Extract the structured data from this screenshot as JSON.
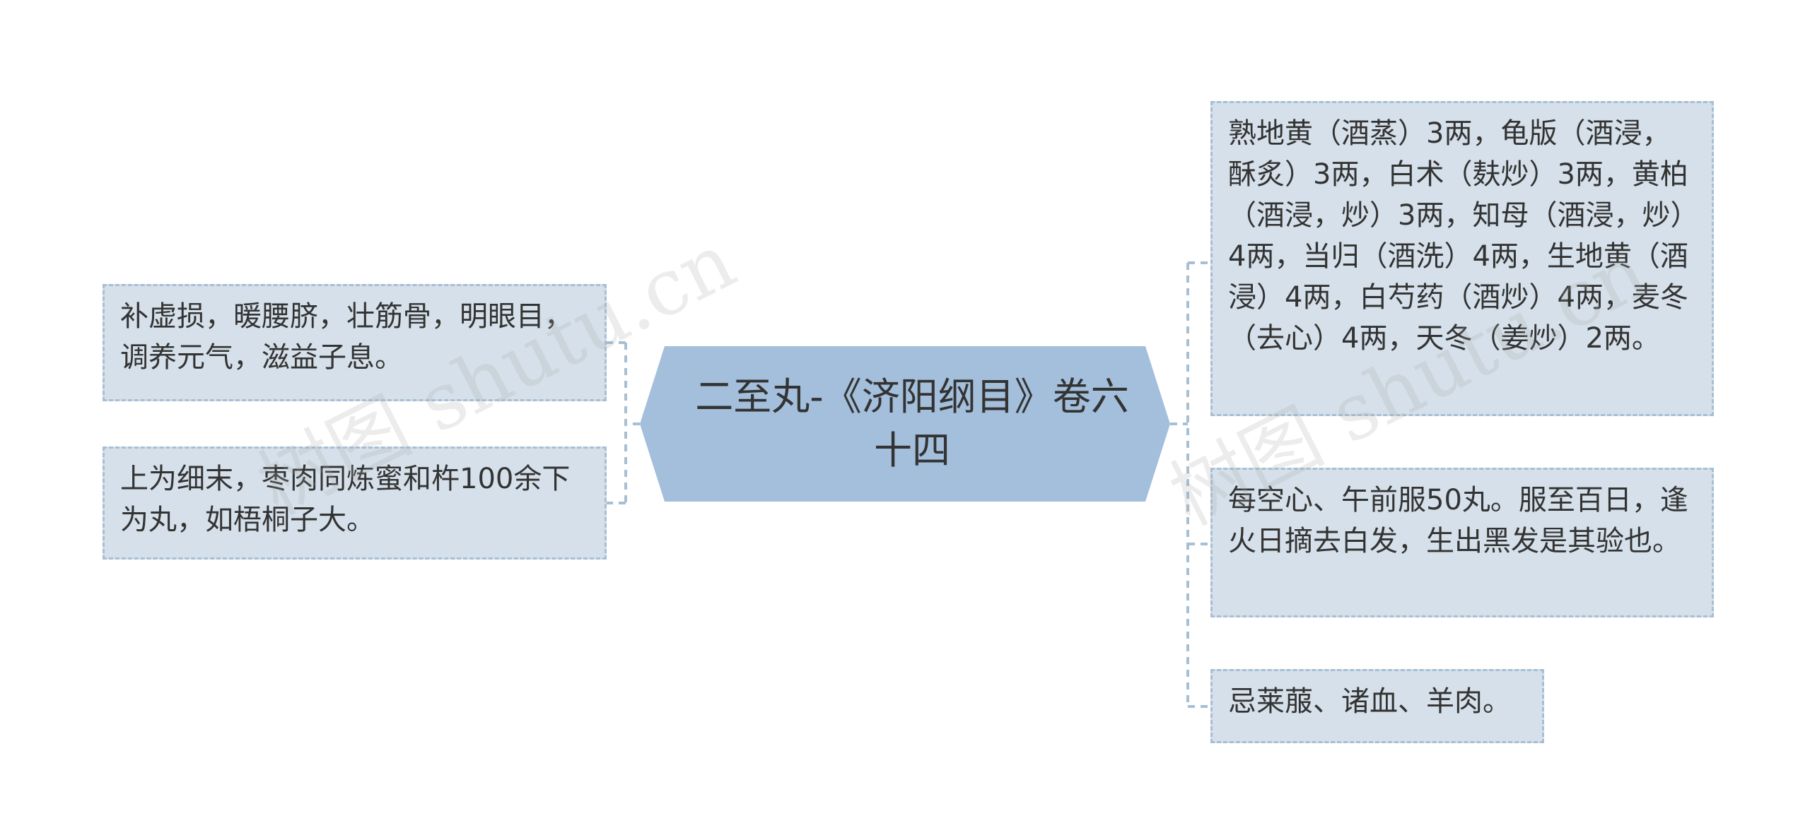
{
  "center": {
    "title": "二至丸-《济阳纲目》卷六十四"
  },
  "left_nodes": [
    {
      "text": "补虚损，暖腰脐，壮筋骨，明眼目，调养元气，滋益子息。"
    },
    {
      "text": "上为细末，枣肉同炼蜜和杵100余下为丸，如梧桐子大。"
    }
  ],
  "right_nodes": [
    {
      "text": "熟地黄（酒蒸）3两，龟版（酒浸，酥炙）3两，白术（麸炒）3两，黄柏（酒浸，炒）3两，知母（酒浸，炒）4两，当归（酒洗）4两，生地黄（酒浸）4两，白芍药（酒炒）4两，麦冬（去心）4两，天冬（姜炒）2两。"
    },
    {
      "text": "每空心、午前服50丸。服至百日，逢火日摘去白发，生出黑发是其验也。"
    },
    {
      "text": "忌莱菔、诸血、羊肉。"
    }
  ],
  "watermarks": [
    "树图 shutu.cn",
    "树图 shutu.cn"
  ],
  "colors": {
    "center_fill": "#a3bfdb",
    "node_fill": "#d5e0ea",
    "node_border": "#a7bfd4",
    "connector": "#a7bfd4",
    "text": "#333333"
  }
}
